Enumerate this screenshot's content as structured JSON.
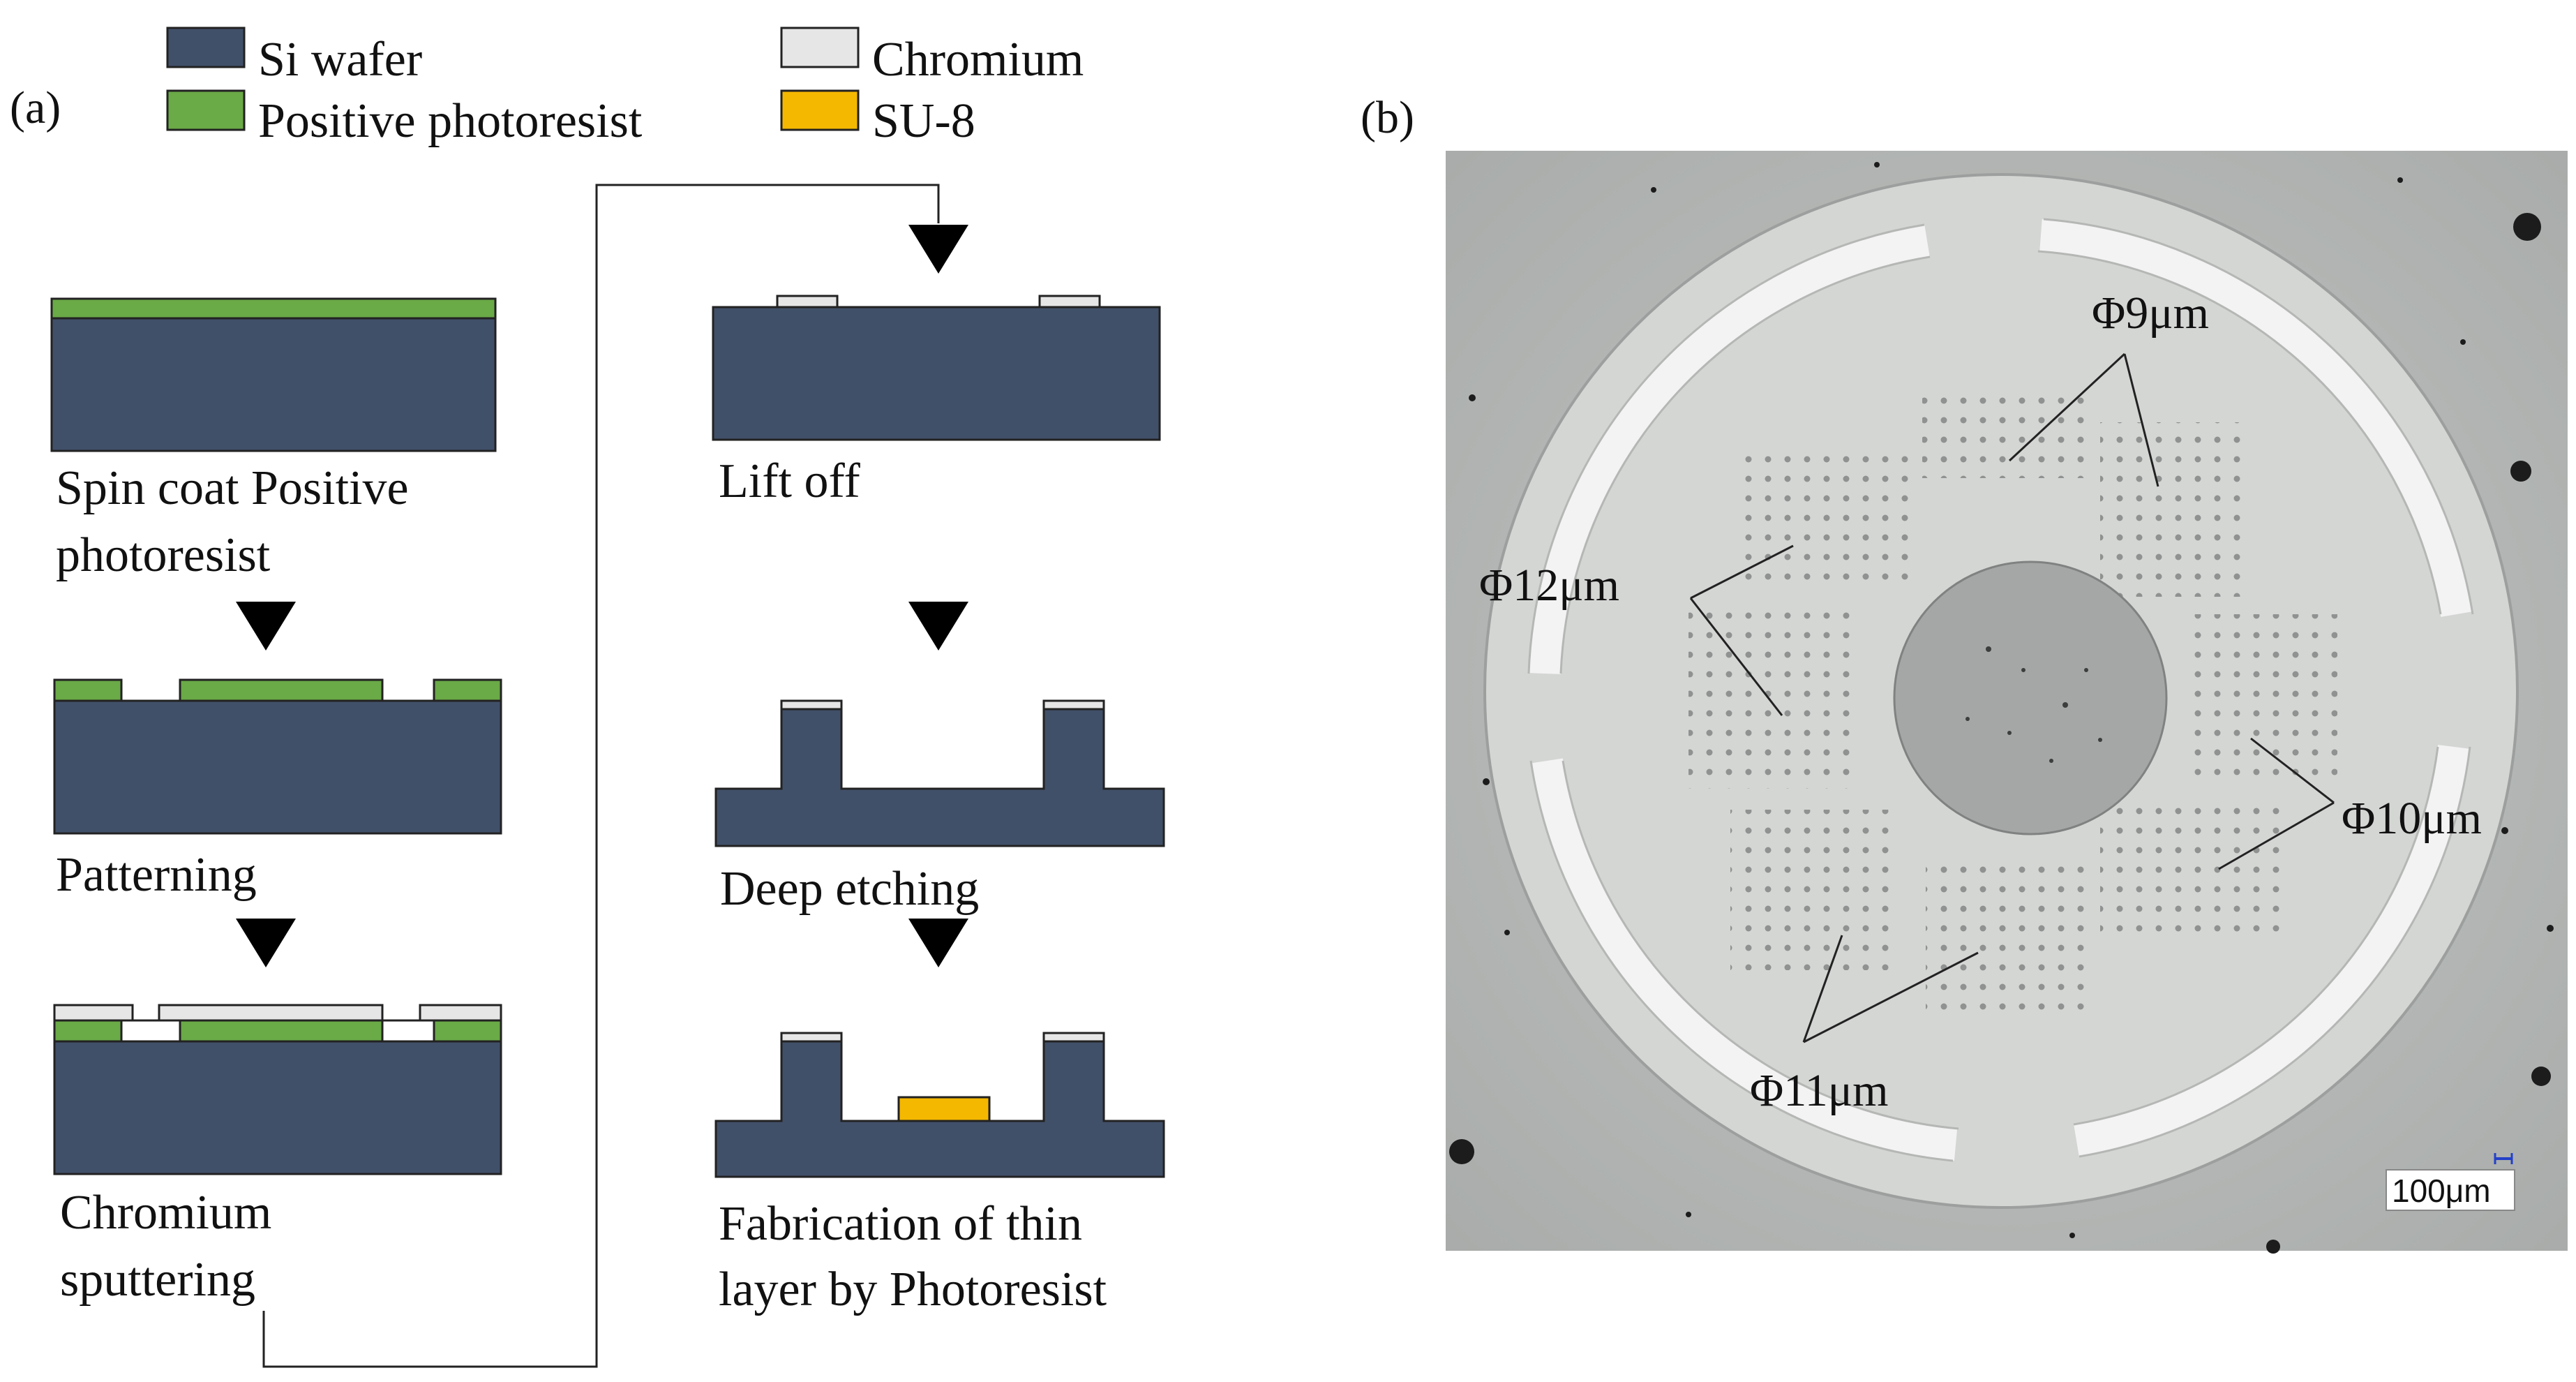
{
  "panel_a": {
    "label": "(a)",
    "legend": [
      {
        "text": "Si wafer",
        "color": "#415069"
      },
      {
        "text": "Positive photoresist",
        "color": "#6aaa47"
      },
      {
        "text": "Chromium",
        "color": "#e6e6e6"
      },
      {
        "text": "SU-8",
        "color": "#f5b800"
      }
    ],
    "steps": {
      "spin_coat_line1": "Spin coat  Positive",
      "spin_coat_line2": "photoresist",
      "patterning": "Patterning",
      "chromium_line1": "Chromium",
      "chromium_line2": "sputtering",
      "lift_off": "Lift off",
      "deep_etching": "Deep etching",
      "fabrication_line1": "Fabrication of thin",
      "fabrication_line2": "layer by Photoresist"
    }
  },
  "panel_b": {
    "label": "(b)",
    "annotations": {
      "phi9": "Φ9μm",
      "phi10": "Φ10μm",
      "phi11": "Φ11μm",
      "phi12": "Φ12μm"
    },
    "scale_bar": "100μm"
  },
  "colors": {
    "si": "#415069",
    "photoresist": "#6aaa47",
    "chromium": "#e6e6e6",
    "su8": "#f5b800",
    "background_micrograph": "#b0b3b1",
    "disc": "#d4d6d4"
  }
}
